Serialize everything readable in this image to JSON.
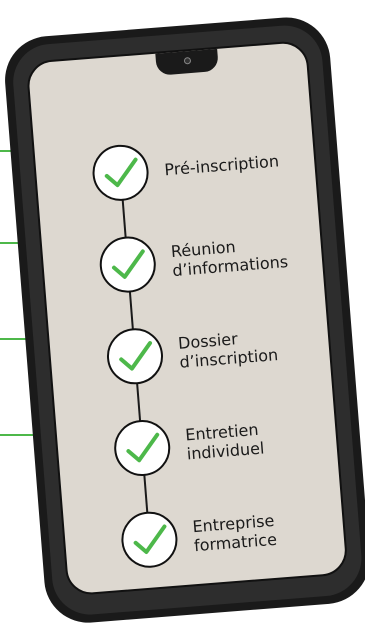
{
  "steps": [
    {
      "label": "Pré-inscription"
    },
    {
      "label": "Réunion\nd’informations"
    },
    {
      "label": "Dossier\nd’inscription"
    },
    {
      "label": "Entretien\nindividuel"
    },
    {
      "label": "Entreprise\nformatrice"
    }
  ],
  "colors": {
    "accent": "#4db84a",
    "screen": "#ddd8d0",
    "phone_body": "#1a1a1a"
  },
  "icons": {
    "step": "check-icon"
  }
}
